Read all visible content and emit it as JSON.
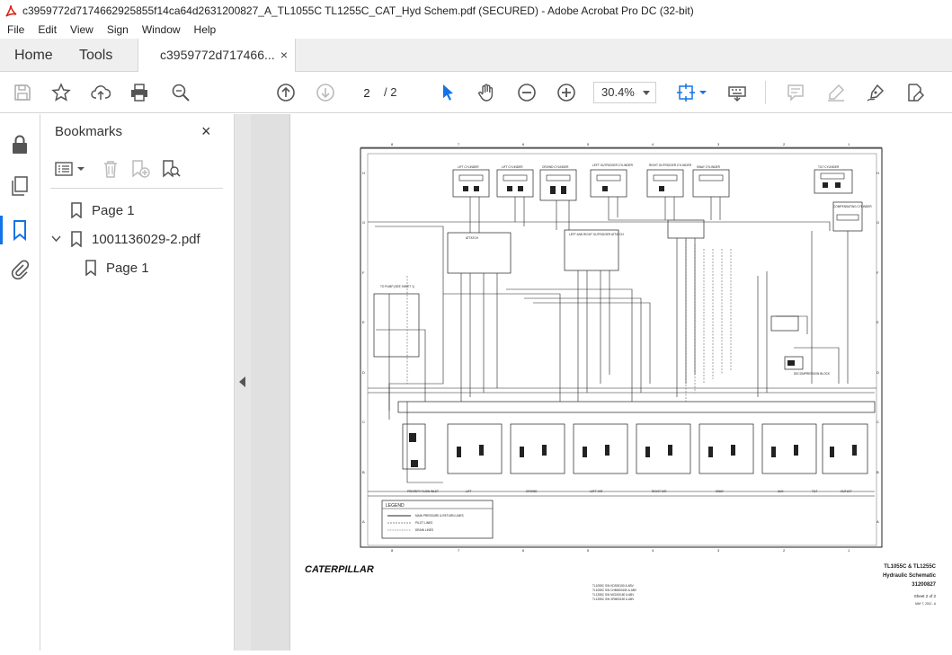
{
  "window": {
    "title": "c3959772d7174662925855f14ca64d2631200827_A_TL1055C TL1255C_CAT_Hyd Schem.pdf (SECURED) - Adobe Acrobat Pro DC (32-bit)"
  },
  "menu": [
    "File",
    "Edit",
    "View",
    "Sign",
    "Window",
    "Help"
  ],
  "tabs": {
    "home": "Home",
    "tools": "Tools",
    "document": "c3959772d717466...",
    "close_glyph": "×"
  },
  "toolbar": {
    "current_page": "2",
    "page_total": "/ 2",
    "zoom": "30.4%"
  },
  "bookmarks": {
    "title": "Bookmarks",
    "close_glyph": "×",
    "items": [
      {
        "label": "Page 1",
        "level": 0
      },
      {
        "label": "1001136029-2.pdf",
        "level": 0,
        "expanded": true
      },
      {
        "label": "Page 1",
        "level": 1
      }
    ]
  },
  "document": {
    "brand": "CATERPILLAR",
    "title_line1": "TL1055C & TL1255C",
    "title_line2": "Hydraulic Schematic",
    "part_number": "31200827",
    "sheet": "Sheet 2 of 2",
    "date": "MAY 7, 2012 - A",
    "legend_title": "LEGEND",
    "legend_items": [
      "MAIN PRESSURE & RETURN LINES",
      "PILOT LINES",
      "DRAIN LINES"
    ],
    "serial_lines": [
      "TL1055C S/N KDS00150 & ABV",
      "TL1055C S/N CHMM00150 & ABV",
      "TL1255C S/N MCD00150 & ABV",
      "TL1255C S/N XRM00150 & ABV"
    ],
    "column_numbers": [
      "8",
      "7",
      "6",
      "5",
      "4",
      "3",
      "2",
      "1"
    ],
    "row_letters": [
      "H",
      "G",
      "F",
      "E",
      "D",
      "C",
      "B",
      "A"
    ],
    "cylinder_labels": [
      "LIFT CYLINDER",
      "LIFT CYLINDER",
      "CROWD CYLINDER",
      "LEFT OUTRIGGER CYLINDER",
      "RIGHT OUTRIGGER CYLINDER",
      "SWAY CYLINDER",
      "TILT CYLINDER"
    ],
    "section_labels": [
      "PRIORITY FLOW INLET",
      "LIFT",
      "CROWD",
      "LEFT O/R",
      "RIGHT O/R",
      "SWAY",
      "AUX",
      "TILT",
      "OUTLET"
    ],
    "misc_labels": [
      "ATTATCH",
      "LEFT AND RIGHT OUTRIGGER ATTATCH",
      "TO PUMP (SEE SHEET 1)",
      "COMPENSATING CYLINDER",
      "DECOMPRESSION BLOCK"
    ]
  }
}
